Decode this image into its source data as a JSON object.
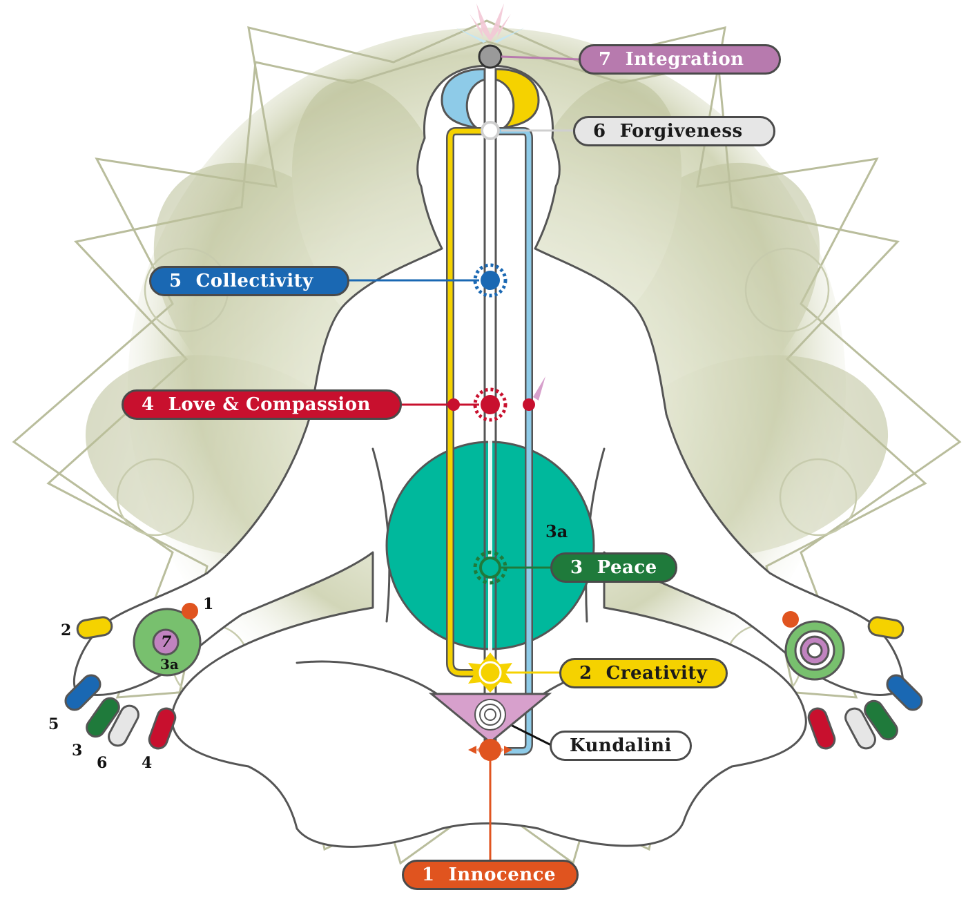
{
  "labels": {
    "integration": {
      "num": "7",
      "text": "Integration",
      "color": "#b77aae"
    },
    "forgiveness": {
      "num": "6",
      "text": "Forgiveness",
      "color": "#e6e6e6"
    },
    "collectivity": {
      "num": "5",
      "text": "Collectivity",
      "color": "#1a68b3"
    },
    "love": {
      "num": "4",
      "text": "Love & Compassion",
      "color": "#c8102e"
    },
    "peace": {
      "num": "3",
      "text": "Peace",
      "color": "#1f7a3b"
    },
    "creativity": {
      "num": "2",
      "text": "Creativity",
      "color": "#f5d200"
    },
    "kundalini": {
      "text": "Kundalini",
      "color": "#ffffff"
    },
    "innocence": {
      "num": "1",
      "text": "Innocence",
      "color": "#e0541f"
    }
  },
  "void_label": "3a",
  "left_hand": {
    "finger_numbers": [
      "1",
      "2",
      "5",
      "3",
      "6",
      "4"
    ],
    "palm_center": "7",
    "palm_sub": "3a"
  },
  "colors": {
    "left_channel": "#f5d200",
    "right_channel": "#8ecbe8",
    "void": "#00b89c",
    "mandala": "#c8cdb0",
    "outline": "#555555"
  }
}
